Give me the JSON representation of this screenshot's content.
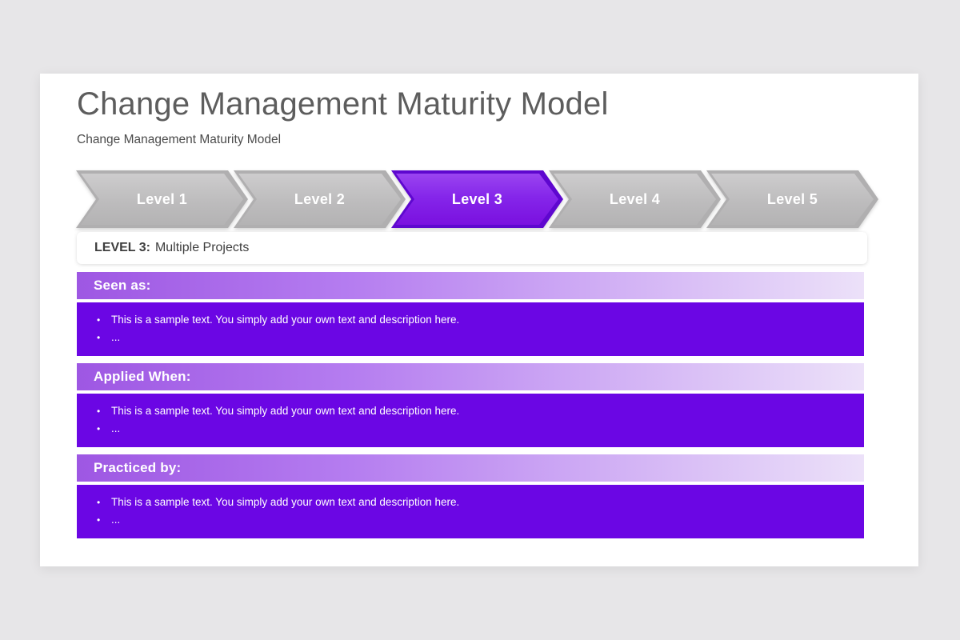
{
  "title": "Change Management Maturity Model",
  "subtitle": "Change Management Maturity Model",
  "levels": [
    {
      "label": "Level 1",
      "active": false
    },
    {
      "label": "Level 2",
      "active": false
    },
    {
      "label": "Level 3",
      "active": true
    },
    {
      "label": "Level 4",
      "active": false
    },
    {
      "label": "Level 5",
      "active": false
    }
  ],
  "banner": {
    "prefix": "LEVEL 3:",
    "text": "Multiple Projects"
  },
  "sections": [
    {
      "heading": "Seen as:",
      "bullets": [
        "This is a sample text. You simply add your own text and description here.",
        "..."
      ]
    },
    {
      "heading": "Applied When:",
      "bullets": [
        "This is a sample text. You simply add your own text and description here.",
        "..."
      ]
    },
    {
      "heading": "Practiced by:",
      "bullets": [
        "This is a sample text. You simply add your own text and description here.",
        "..."
      ]
    }
  ],
  "bullet_glyph": "•",
  "colors": {
    "page_background": "#e7e6e8",
    "card_background": "#ffffff",
    "accent_purple": "#6b06e4",
    "section_header_gradient_start": "#9e57e3",
    "section_header_gradient_end": "#ece1f9",
    "active_arrow_fill": "#8526ea",
    "active_arrow_rim": "#5e07cf",
    "inactive_arrow_fill": "#bdbcbd",
    "inactive_arrow_rim": "#b0afb0",
    "title_text": "#5d5d5d",
    "banner_text": "#3e3e3e",
    "arrow_text": "#ffffff"
  }
}
